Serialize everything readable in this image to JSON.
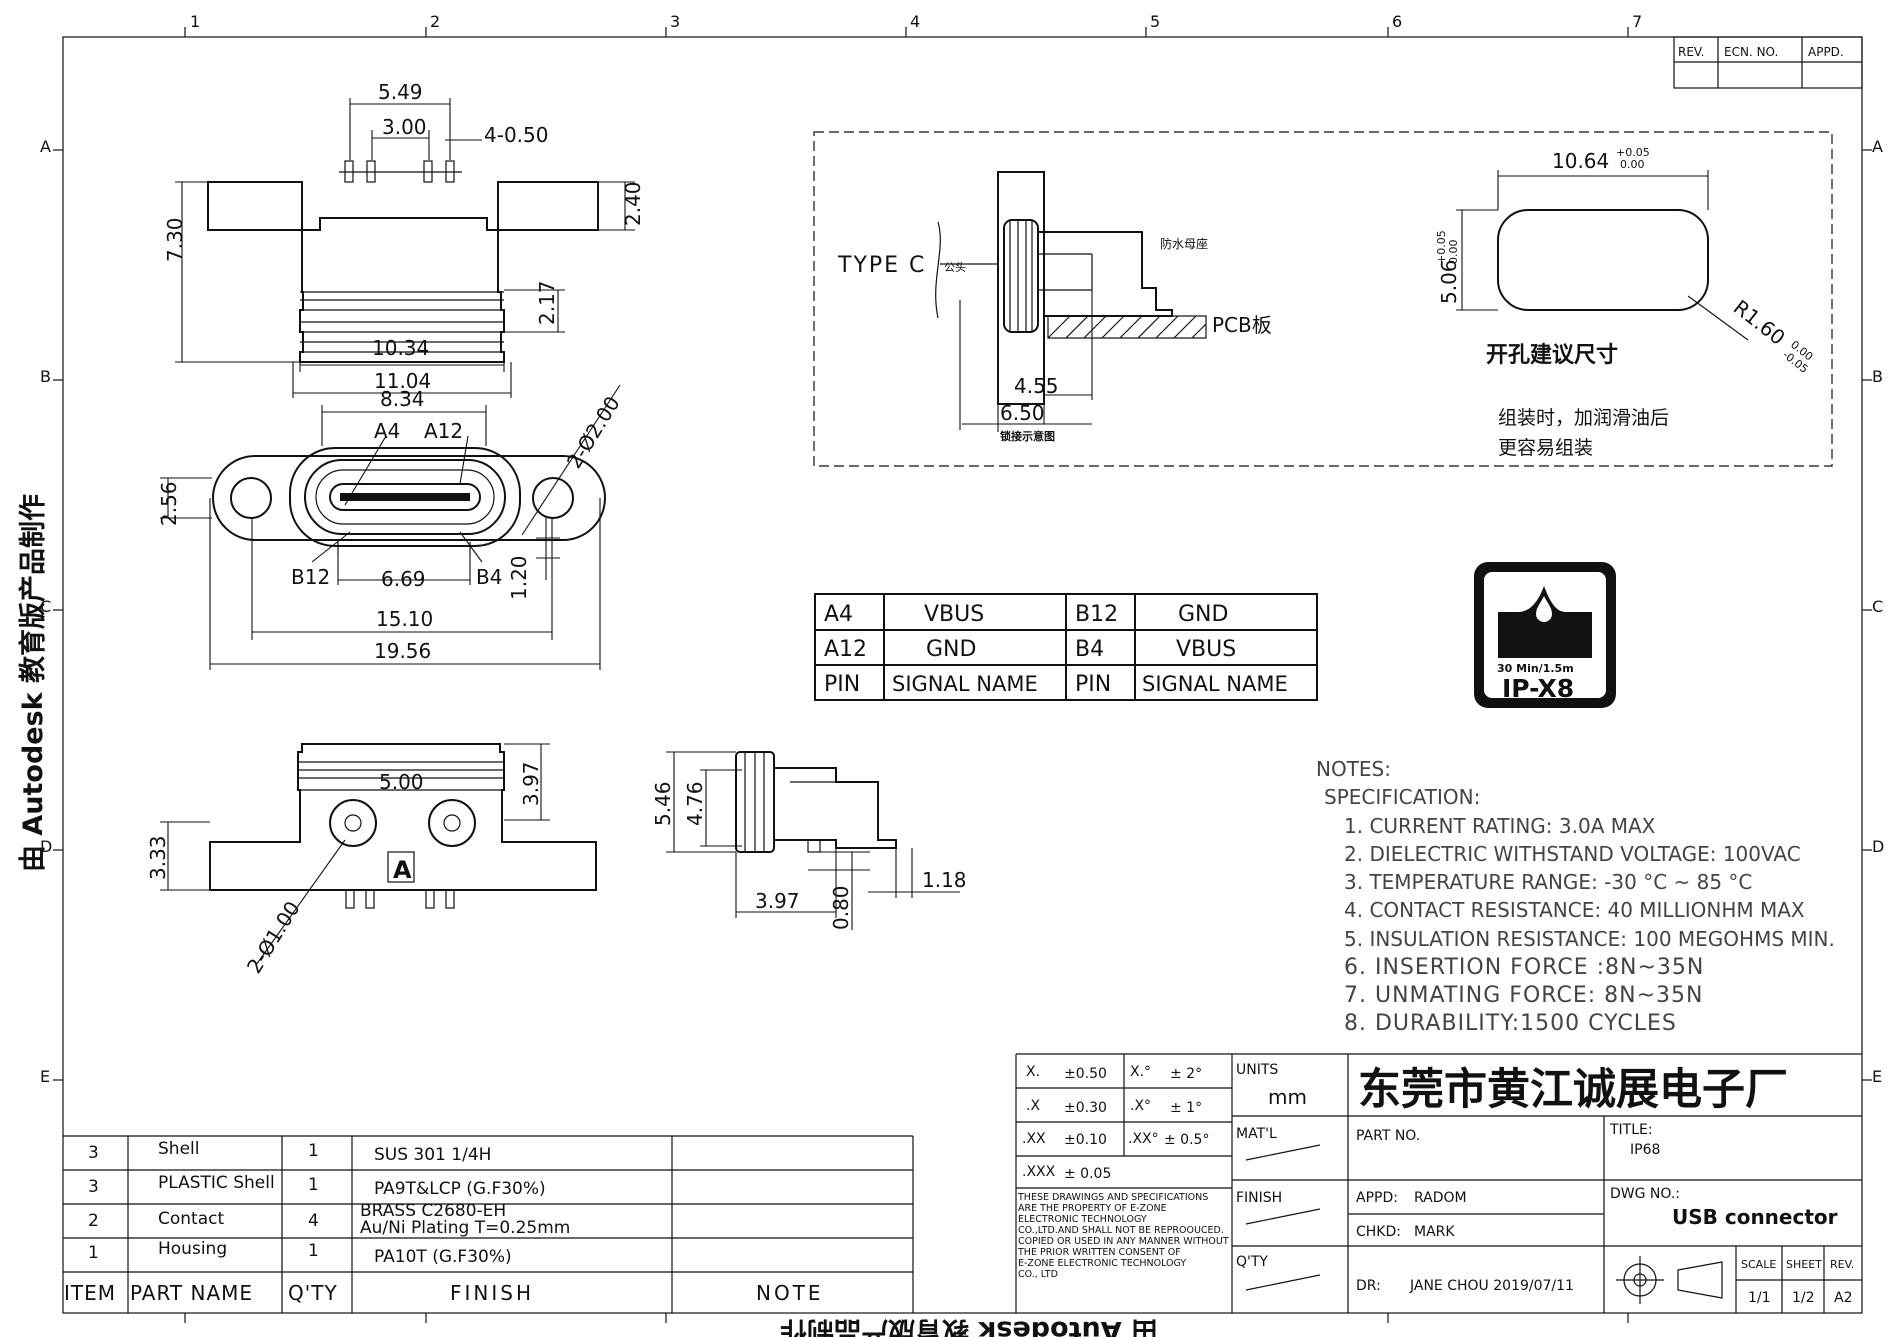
{
  "zones": {
    "columns": [
      "1",
      "2",
      "3",
      "4",
      "5",
      "6",
      "7"
    ],
    "rows_left": [
      "A",
      "B",
      "C",
      "D",
      "E"
    ],
    "rows_right": [
      "A",
      "B",
      "C",
      "D",
      "E"
    ]
  },
  "revision_block": {
    "rev": "REV.",
    "ecn": "ECN. NO.",
    "appd": "APPD."
  },
  "top_view": {
    "d_549": "5.49",
    "d_300": "3.00",
    "d_4x050": "4-0.50",
    "d_730": "7.30",
    "d_240": "2.40",
    "d_217": "2.17",
    "d_1034": "10.34",
    "d_1104": "11.04"
  },
  "front_view": {
    "d_834": "8.34",
    "a4": "A4",
    "a12": "A12",
    "d_2x200": "2-Ø2.00",
    "d_256": "2.56",
    "b12": "B12",
    "d_669": "6.69",
    "b4": "B4",
    "d_120": "1.20",
    "d_1510": "15.10",
    "d_1956": "19.56"
  },
  "bottom_view": {
    "d_500": "5.00",
    "d_397": "3.97",
    "d_333": "3.33",
    "letter": "A",
    "d_2x100": "2-Ø1.00"
  },
  "side_view": {
    "d_546": "5.46",
    "d_476": "4.76",
    "d_397": "3.97",
    "d_080": "0.80",
    "d_118": "1.18"
  },
  "assembly": {
    "type_c": "TYPE C",
    "male": "公头",
    "waterproof_female": "防水母座",
    "pcb": "PCB板",
    "d_455": "4.55",
    "d_650": "6.50",
    "note": "锁接示意图"
  },
  "cutout": {
    "width": "10.64",
    "width_tol_plus": "+0.05",
    "width_tol_zero": "0.00",
    "height": "5.06",
    "height_tol_plus": "+0.05",
    "height_tol_zero": "0.00",
    "radius": "R1.60",
    "radius_tol_plus": "0.00",
    "radius_tol_minus": "-0.05",
    "caption": "开孔建议尺寸",
    "assembly_tip_1": "组装时，加润滑油后",
    "assembly_tip_2": "更容易组装"
  },
  "pin_table": {
    "rows": [
      [
        "A4",
        "VBUS",
        "B12",
        "GND"
      ],
      [
        "A12",
        "GND",
        "B4",
        "VBUS"
      ],
      [
        "PIN",
        "SIGNAL NAME",
        "PIN",
        "SIGNAL NAME"
      ]
    ]
  },
  "ip_badge": {
    "depth": "30 Min/1.5m",
    "rating": "IP-X8"
  },
  "notes": {
    "title": "NOTES:",
    "subtitle": "SPECIFICATION:",
    "items": [
      "1. CURRENT RATING: 3.0A MAX",
      "2. DIELECTRIC WITHSTAND VOLTAGE: 100VAC",
      "3. TEMPERATURE RANGE: -30 °C ~ 85 °C",
      "4. CONTACT RESISTANCE: 40 MILLIONHM MAX",
      "5. INSULATION RESISTANCE: 100 MEGOHMS MIN.",
      "6. INSERTION FORCE :8N~35N",
      "7. UNMATING FORCE: 8N~35N",
      "8. DURABILITY:1500 CYCLES"
    ]
  },
  "bom": {
    "rows": [
      [
        "3",
        "Shell",
        "1",
        "SUS 301 1/4H",
        ""
      ],
      [
        "3",
        "PLASTIC Shell",
        "1",
        "PA9T&LCP (G.F30%)",
        ""
      ],
      [
        "2",
        "Contact",
        "4",
        "BRASS C2680-EH",
        ""
      ],
      [
        "1",
        "Housing",
        "1",
        "PA10T (G.F30%)",
        ""
      ]
    ],
    "contact_plating": "Au/Ni   Plating   T=0.25mm",
    "header": [
      "ITEM",
      "PART NAME",
      "Q'TY",
      "FINISH",
      "NOTE"
    ]
  },
  "tolerances": {
    "rows": [
      [
        "X.",
        "±0.50",
        "X.°",
        "± 2°"
      ],
      [
        ".X",
        "±0.30",
        ".X°",
        "± 1°"
      ],
      [
        ".XX",
        "±0.10",
        ".XX°",
        "± 0.5°"
      ],
      [
        ".XXX",
        "± 0.05",
        "",
        ""
      ]
    ],
    "disclaimer": [
      "THESE DRAWINGS AND SPECIFICATIONS",
      "ARE THE PROPERTY OF  E-ZONE",
      "ELECTRONIC TECHNOLOGY",
      "CO.,LTD.AND SHALL NOT BE REPROOUCED.",
      "COPIED OR USED IN ANY  MANNER WITHOUT",
      "THE PRIOR WRITTEN CONSENT OF",
      "E-ZONE ELECTRONIC TECHNOLOGY",
      "CO., LTD"
    ]
  },
  "title_block": {
    "units_label": "UNITS",
    "units": "mm",
    "material_label": "MAT'L",
    "finish_label": "FINISH",
    "qty_label": "Q'TY",
    "company": "东莞市黄江诚展电子厂",
    "part_no_label": "PART NO.",
    "title_label": "TITLE:",
    "title": "IP68",
    "appd_label": "APPD:",
    "appd": "RADOM",
    "chkd_label": "CHKD:",
    "chkd": "MARK",
    "dr_label": "DR:",
    "dr": "JANE CHOU 2019/07/11",
    "dwg_label": "DWG NO.:",
    "dwg": "USB connector",
    "scale_label": "SCALE",
    "scale": "1/1",
    "sheet_label": "SHEET",
    "sheet": "1/2",
    "rev_label": "REV.",
    "rev": "A2"
  },
  "watermark": "由 Autodesk 教育版产品制作"
}
